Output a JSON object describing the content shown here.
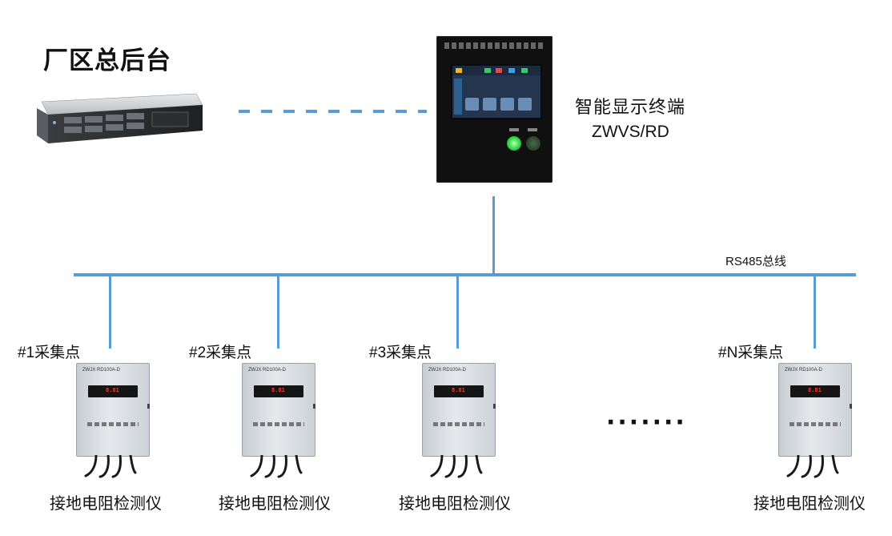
{
  "backend": {
    "title": "厂区总后台"
  },
  "terminal": {
    "title": "智能显示终端",
    "model": "ZWVS/RD"
  },
  "bus": {
    "label": "RS485总线"
  },
  "nodes": [
    {
      "label": "#1采集点",
      "device": "接地电阻检测仪"
    },
    {
      "label": "#2采集点",
      "device": "接地电阻检测仪"
    },
    {
      "label": "#3采集点",
      "device": "接地电阻检测仪"
    },
    {
      "label": "#N采集点",
      "device": "接地电阻检测仪"
    }
  ],
  "meter": {
    "header": "ZWJX RD100A-D",
    "display_value": "8.81"
  },
  "ellipsis": "·······",
  "colors": {
    "line": "#5b9bd5",
    "terminal_body": "#101010",
    "meter_body": "#d8dce0",
    "display_digits": "#ff3b30"
  }
}
